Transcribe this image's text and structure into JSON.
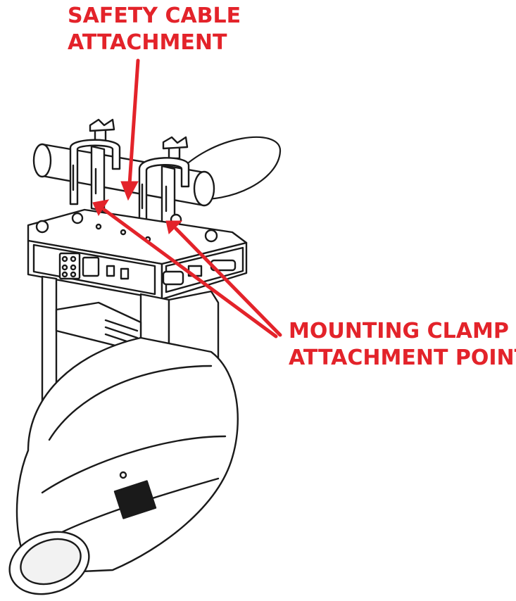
{
  "callouts": {
    "safety_cable": {
      "line1": "SAFETY CABLE",
      "line2": "ATTACHMENT"
    },
    "mounting_clamp": {
      "line1": "MOUNTING CLAMP",
      "line2": "ATTACHMENT POINT"
    }
  },
  "colors": {
    "callout": "#e3232a",
    "linework": "#1a1a1a",
    "background": "#ffffff"
  }
}
